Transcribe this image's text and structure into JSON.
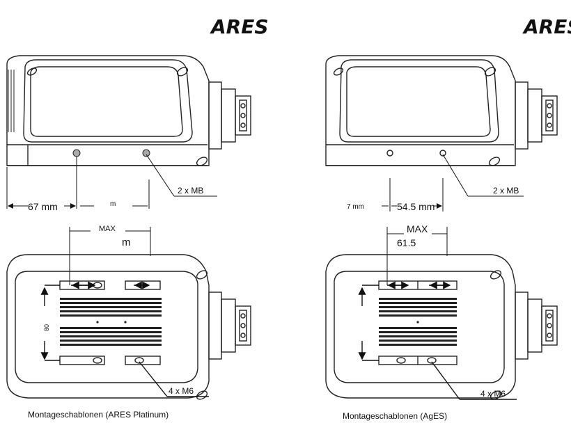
{
  "left": {
    "logo": "ARES",
    "dim_left": "67 mm",
    "dim_right": "m",
    "callout_top": "2 x MB",
    "max_label": "MAX",
    "max_value": "m",
    "vertical_dim": "80",
    "callout_bottom": "4 x M6",
    "caption": "Montageschablonen (ARES Platinum)"
  },
  "right": {
    "logo": "ARES",
    "dim_left": "7 mm",
    "dim_right": "54.5 mm",
    "callout_top": "2 x MB",
    "max_label": "MAX",
    "max_value": "61.5",
    "callout_bottom": "4 x M6",
    "caption": "Montageschablonen (AgES)"
  }
}
